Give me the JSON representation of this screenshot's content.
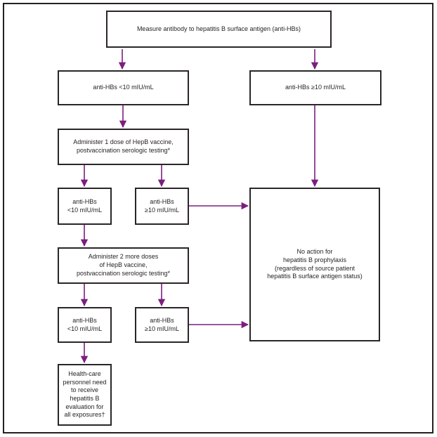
{
  "figure": {
    "type": "flowchart",
    "topic": "Hepatitis B postexposure management algorithm for health-care personnel",
    "arrow_color": "#7b1e7e",
    "box_border_color": "#2a2627",
    "text_color": "#231f20",
    "background_color": "#ffffff"
  },
  "nodes": {
    "measure": {
      "label": "Measure antibody to hepatitis B surface antigen (anti-HBs)"
    },
    "low1": {
      "label": "anti-HBs <10 mIU/mL"
    },
    "high1": {
      "label": "anti-HBs ≥10 mIU/mL"
    },
    "dose1": {
      "label": "Administer 1 dose of HepB vaccine,\npostvaccination serologic testing*"
    },
    "low2": {
      "label": "anti-HBs\n<10 mIU/mL"
    },
    "high2": {
      "label": "anti-HBs\n≥10 mIU/mL"
    },
    "dose2": {
      "label": "Administer 2 more doses\nof HepB vaccine,\npostvaccination serologic testing*"
    },
    "low3": {
      "label": "anti-HBs\n<10 mIU/mL"
    },
    "high3": {
      "label": "anti-HBs\n≥10 mIU/mL"
    },
    "evaluation": {
      "label": "Health-care\npersonnel need\nto receive\nhepatitis B\nevaluation for\nall exposures†"
    },
    "no_action": {
      "label": "No action for\nhepatitis B prophylaxis\n(regardless of source patient\nhepatitis B surface antigen status)"
    }
  },
  "edges": [
    {
      "from": "measure",
      "to": "low1"
    },
    {
      "from": "measure",
      "to": "high1"
    },
    {
      "from": "low1",
      "to": "dose1"
    },
    {
      "from": "high1",
      "to": "no_action"
    },
    {
      "from": "dose1",
      "to": "low2"
    },
    {
      "from": "dose1",
      "to": "high2"
    },
    {
      "from": "high2",
      "to": "no_action"
    },
    {
      "from": "low2",
      "to": "dose2"
    },
    {
      "from": "dose2",
      "to": "low3"
    },
    {
      "from": "dose2",
      "to": "high3"
    },
    {
      "from": "high3",
      "to": "no_action"
    },
    {
      "from": "low3",
      "to": "evaluation"
    }
  ]
}
